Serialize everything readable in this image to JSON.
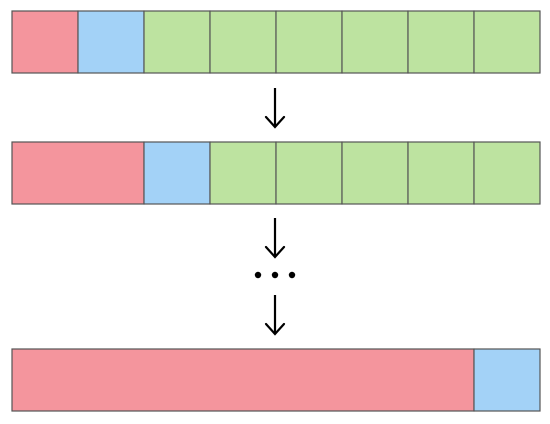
{
  "colors": {
    "sorted": "#f4959d",
    "current": "#a3d2f7",
    "unsorted": "#bde3a0",
    "stroke": "#555555",
    "arrow": "#000000"
  },
  "rows": [
    {
      "cells": [
        "sorted",
        "current",
        "unsorted",
        "unsorted",
        "unsorted",
        "unsorted",
        "unsorted",
        "unsorted"
      ]
    },
    {
      "cells": [
        "sorted",
        "sorted",
        "current",
        "unsorted",
        "unsorted",
        "unsorted",
        "unsorted",
        "unsorted"
      ]
    },
    {
      "cells": [
        "sorted",
        "sorted",
        "sorted",
        "sorted",
        "sorted",
        "sorted",
        "sorted",
        "current"
      ]
    }
  ],
  "ellipsis_icon": "ellipsis-icon",
  "arrow_icon": "arrow-down-icon"
}
